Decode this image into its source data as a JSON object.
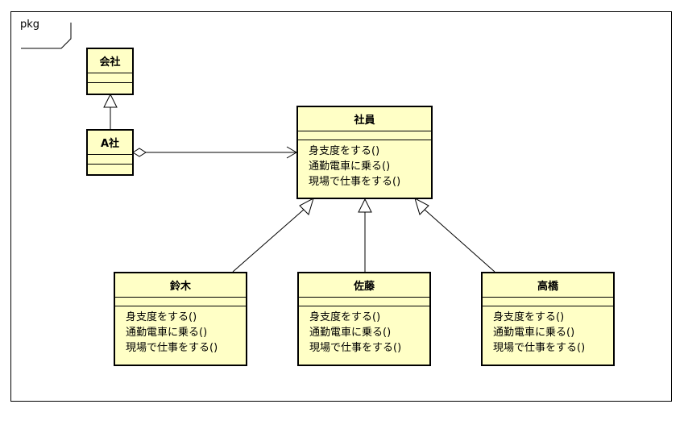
{
  "frame": {
    "label": "pkg"
  },
  "classes": {
    "kaisha": {
      "name": "会社"
    },
    "a_sha": {
      "name": "A社"
    },
    "shain": {
      "name": "社員",
      "operations": [
        "身支度をする()",
        "通勤電車に乗る()",
        "現場で仕事をする()"
      ]
    },
    "suzuki": {
      "name": "鈴木",
      "operations": [
        "身支度をする()",
        "通勤電車に乗る()",
        "現場で仕事をする()"
      ]
    },
    "sato": {
      "name": "佐藤",
      "operations": [
        "身支度をする()",
        "通勤電車に乗る()",
        "現場で仕事をする()"
      ]
    },
    "takahashi": {
      "name": "高橋",
      "operations": [
        "身支度をする()",
        "通勤電車に乗る()",
        "現場で仕事をする()"
      ]
    }
  },
  "colors": {
    "class_fill": "#ffffc6",
    "line": "#000000"
  }
}
